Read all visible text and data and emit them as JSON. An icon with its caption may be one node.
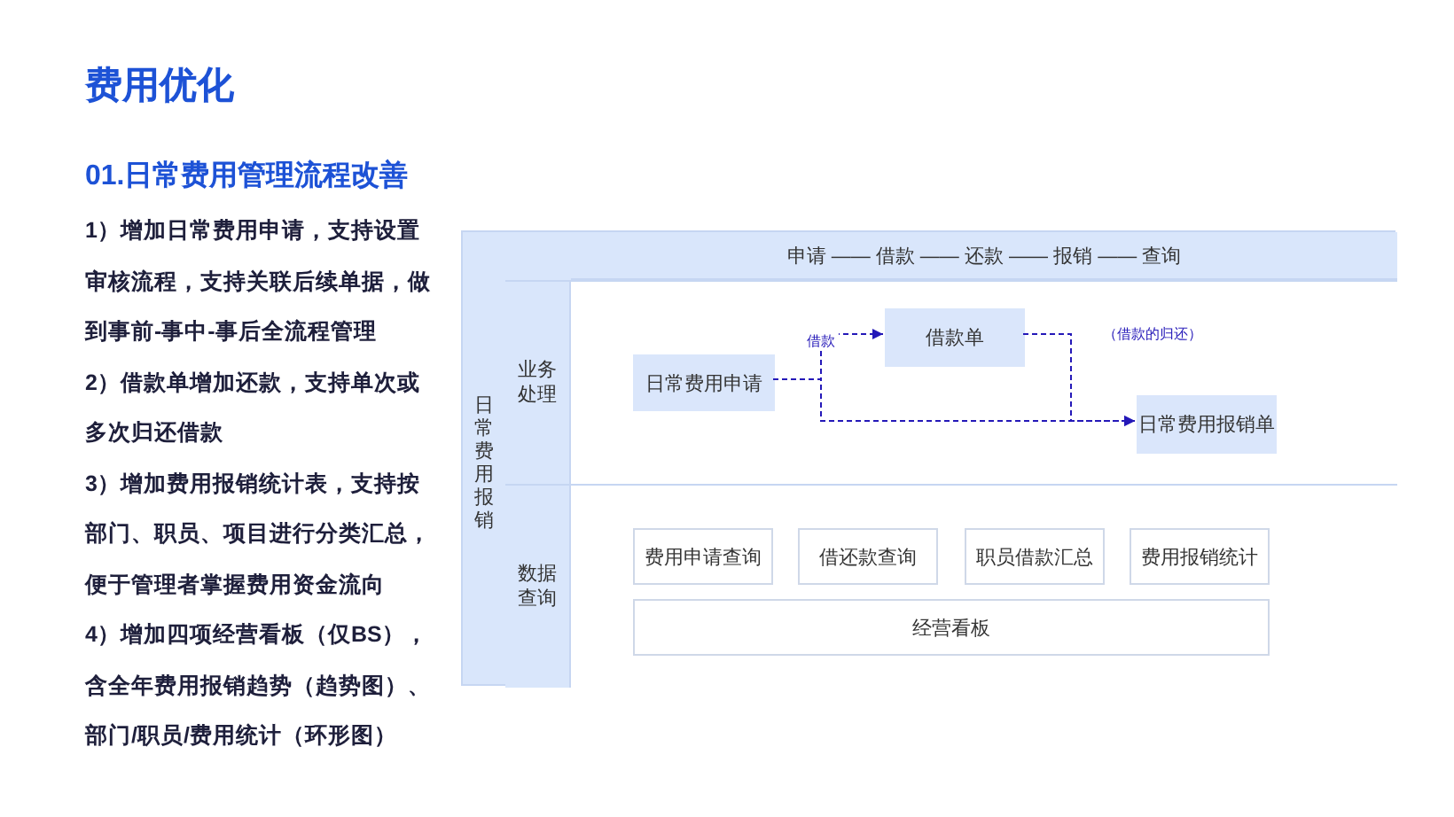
{
  "diagram": {
    "title": "费用优化",
    "nodes": [
      {
        "text": [
          "日常费用报销"
        ]
      },
      {
        "text": [
          "申请 —— 借款 —— 还款 —— 报销 —— 查询"
        ],
        "in": 0
      },
      {
        "text": [
          "业务处理"
        ],
        "in": 0
      },
      {
        "text": [
          "日常费用申请"
        ],
        "in": 2
      },
      {
        "text": [
          "借款单"
        ],
        "in": 2
      },
      {
        "text": [
          "日常费用报销单"
        ],
        "in": 2
      },
      {
        "text": [
          "数据查询"
        ],
        "in": 0
      },
      {
        "text": [
          "费用申请查询"
        ],
        "in": 6
      },
      {
        "text": [
          "借还款查询"
        ],
        "in": 6
      },
      {
        "text": [
          "职员借款汇总"
        ],
        "in": 6
      },
      {
        "text": [
          "费用报销统计"
        ],
        "in": 6
      },
      {
        "text": [
          "经营看板"
        ],
        "in": 6
      }
    ],
    "edges": [
      {
        "from": 3,
        "to": 4,
        "arrow": "to",
        "label": "借款",
        "style": "dashed"
      },
      {
        "from": 3,
        "to": 5,
        "arrow": "to",
        "style": "dashed"
      },
      {
        "from": 4,
        "to": 5,
        "arrow": "to",
        "label": "（借款的归还）",
        "style": "dashed"
      }
    ],
    "labels": [
      "01.日常费用管理流程改善",
      "1）增加日常费用申请，支持设置审核流程，支持关联后续单据，做到事前-事中-事后全流程管理",
      "2）借款单增加还款，支持单次或多次归还借款",
      "3）增加费用报销统计表，支持按部门、职员、项目进行分类汇总，便于管理者掌握费用资金流向",
      "4）增加四项经营看板（仅BS），含全年费用报销趋势（趋势图）、部门/职员/费用统计（环形图）"
    ]
  }
}
